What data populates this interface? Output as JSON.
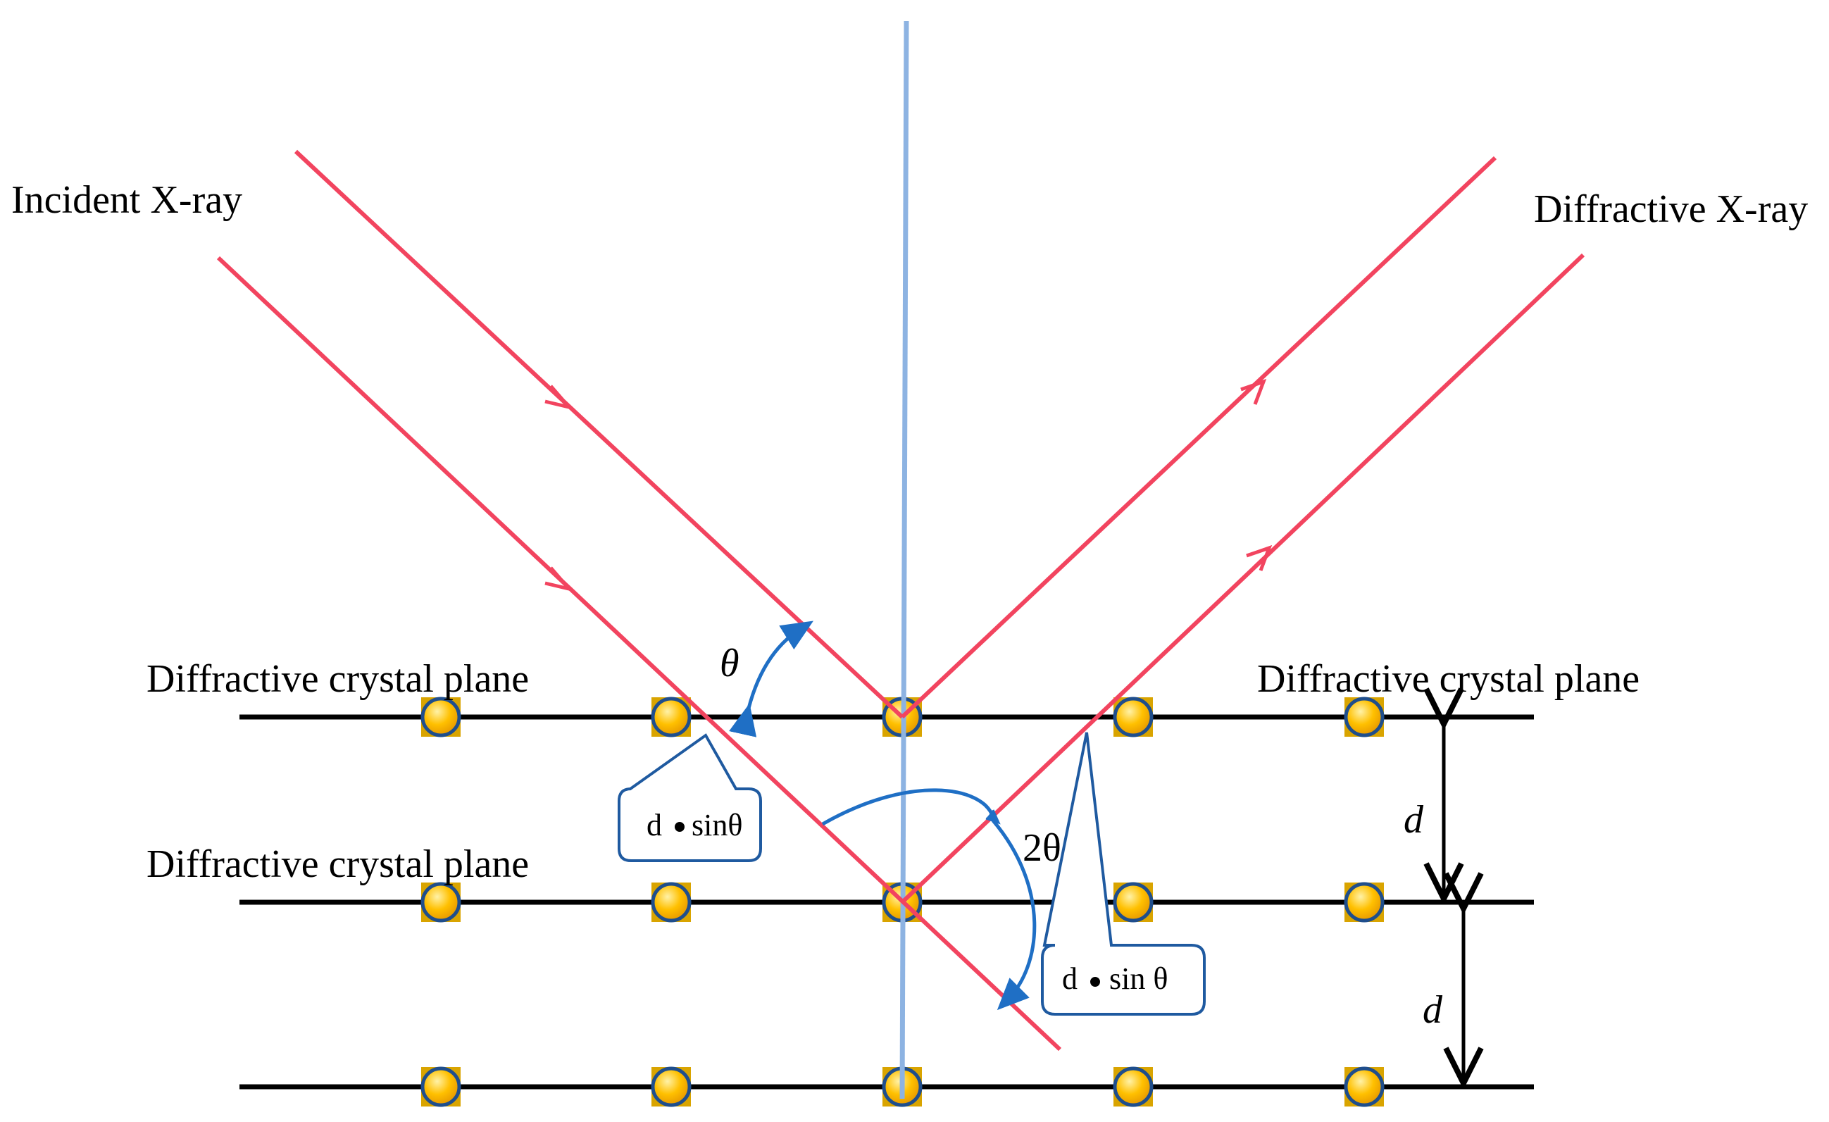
{
  "labels": {
    "incident": "Incident X-ray",
    "diffracted": "Diffractive X-ray",
    "plane_top_left": "Diffractive crystal plane",
    "plane_top_right": "Diffractive crystal plane",
    "plane_mid_left": "Diffractive crystal plane",
    "theta": "θ",
    "two_theta": "2θ",
    "d_upper": "d",
    "d_lower": "d",
    "callout_left_d": "d",
    "callout_left_sin": "sinθ",
    "callout_right_d": "d",
    "callout_right_sin": "sin θ"
  },
  "colors": {
    "ray": "#f2445f",
    "normal": "#8db3e2",
    "annotation": "#1f6fc5",
    "plane": "#000000",
    "atom_fill": "#ffc000",
    "atom_stroke": "#1f4e8c",
    "atom_shadow": "#d9a400"
  },
  "atoms_per_plane": 5,
  "planes": 3
}
